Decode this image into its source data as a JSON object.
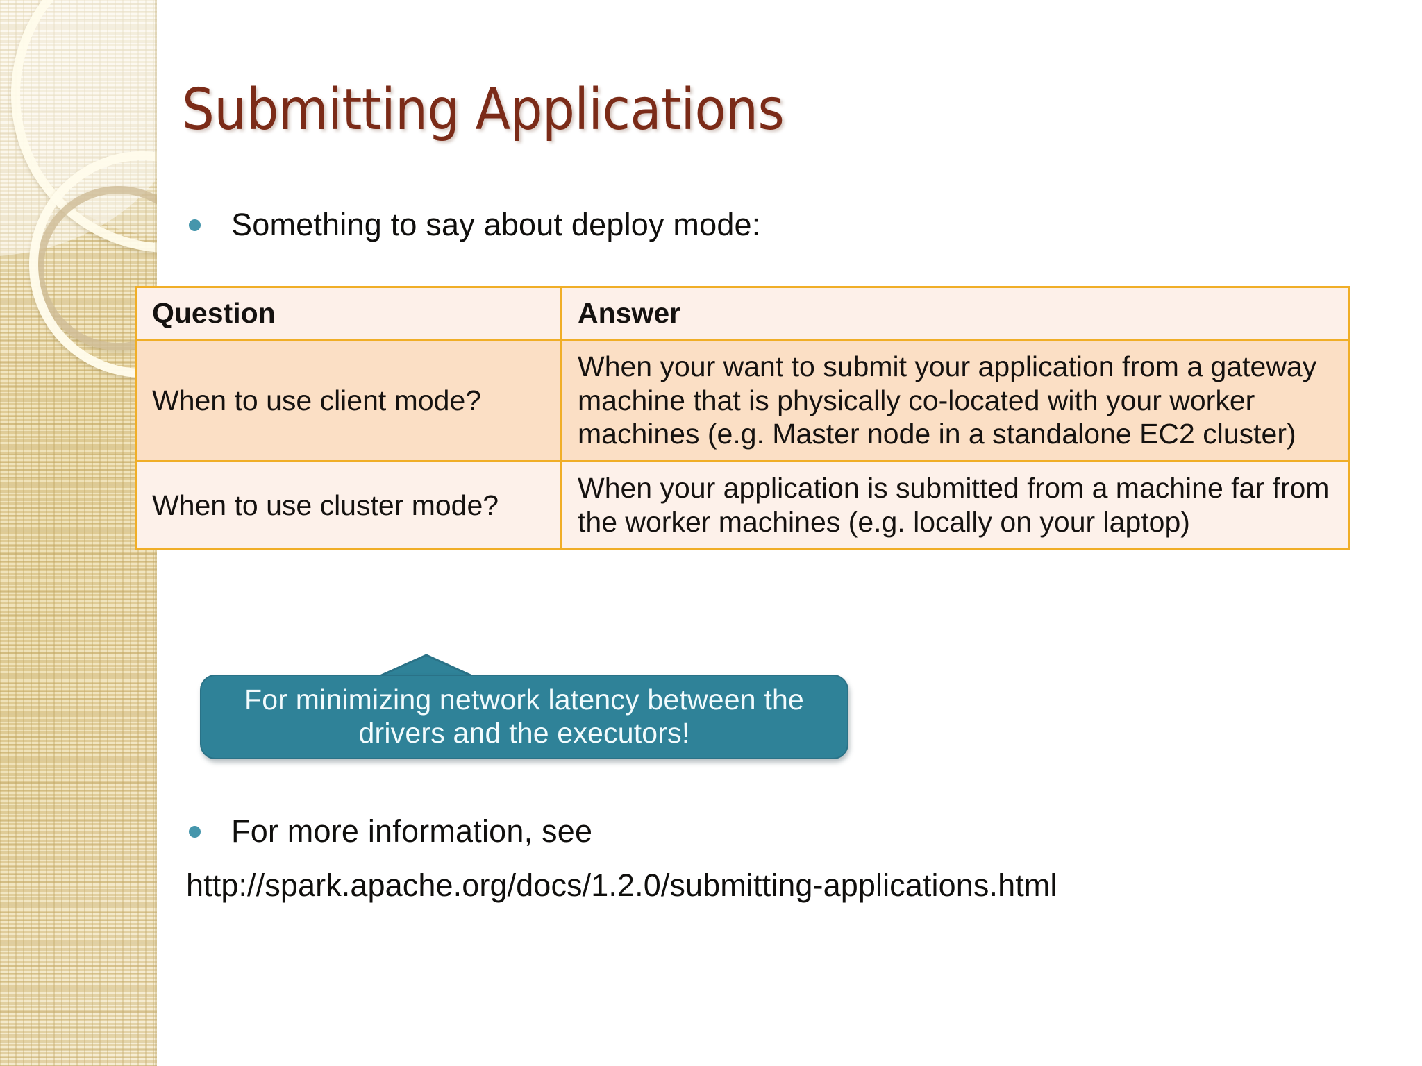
{
  "slide": {
    "title": "Submitting Applications",
    "title_color": "#7b2b18",
    "accent_bullet_color": "#4596ac",
    "table_border_color": "#f0ae27",
    "callout_color": "#2f8298"
  },
  "bullets": [
    {
      "text": "Something to say about deploy mode:"
    },
    {
      "text": "For more information, see"
    }
  ],
  "url": "http://spark.apache.org/docs/1.2.0/submitting-applications.html",
  "table": {
    "headers": [
      "Question",
      "Answer"
    ],
    "rows": [
      {
        "question": "When to use client mode?",
        "answer": "When your want to submit your application from a gateway machine that is physically co-located with your worker machines (e.g. Master node in a standalone EC2 cluster)"
      },
      {
        "question": "When to use cluster mode?",
        "answer": "When your application is submitted from a machine far from the worker machines (e.g. locally on your laptop)"
      }
    ]
  },
  "callout": {
    "line1": "For minimizing network latency between the",
    "line2": "drivers and the executors!"
  }
}
